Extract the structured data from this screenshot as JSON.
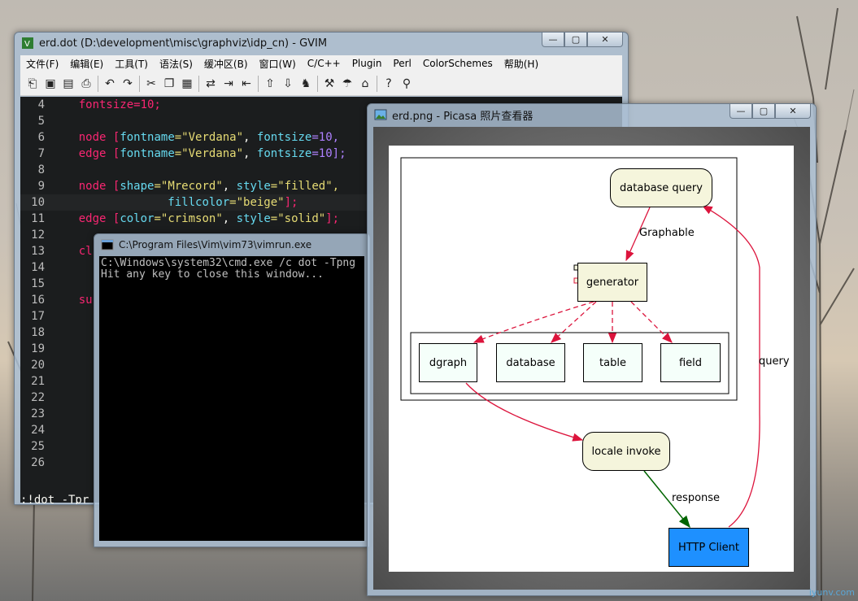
{
  "gvim": {
    "title": "erd.dot (D:\\development\\misc\\graphviz\\idp_cn) - GVIM",
    "menu": [
      "文件(F)",
      "编辑(E)",
      "工具(T)",
      "语法(S)",
      "缓冲区(B)",
      "窗口(W)",
      "C/C++",
      "Plugin",
      "Perl",
      "ColorSchemes",
      "帮助(H)"
    ],
    "line_numbers": [
      "4",
      "5",
      "6",
      "7",
      "8",
      "9",
      "10",
      "11",
      "12",
      "13",
      "14",
      "15",
      "16",
      "17",
      "18",
      "19",
      "20",
      "21",
      "22",
      "23",
      "24",
      "25",
      "26"
    ],
    "code": {
      "l4": "fontsize=10;",
      "l6a": "node",
      "l6b": "[",
      "l6c": "fontname",
      "l6d": "=\"Verdana\"",
      "l6e": ",",
      "l6f": "fontsize",
      "l6g": "=10,",
      "l7a": "edge",
      "l7b": "[",
      "l7c": "fontname",
      "l7d": "=\"Verdana\"",
      "l7e": ",",
      "l7f": "fontsize",
      "l7g": "=10];",
      "l9a": "node",
      "l9b": "[",
      "l9c": "shape",
      "l9d": "=\"Mrecord\"",
      "l9e": ",",
      "l9f": "style",
      "l9g": "=\"filled\",",
      "l10a": "fillcolor",
      "l10b": "=\"beige\"",
      "l10c": "];",
      "l11a": "edge",
      "l11b": "[",
      "l11c": "color",
      "l11d": "=\"crimson\"",
      "l11e": ",",
      "l11f": "style",
      "l11g": "=\"solid\"",
      "l11h": "];",
      "l13": "cl",
      "l16": "su"
    },
    "cmdline": ":!dot -Tpr"
  },
  "cmd": {
    "title": "C:\\Program Files\\Vim\\vim73\\vimrun.exe",
    "line1": "C:\\Windows\\system32\\cmd.exe /c dot -Tpng",
    "line2": "Hit any key to close this window..."
  },
  "picasa": {
    "title": "erd.png - Picasa 照片查看器"
  },
  "graph": {
    "nodes": {
      "database_query": "database query",
      "generator": "generator",
      "dgraph": "dgraph",
      "database": "database",
      "table": "table",
      "field": "field",
      "locale_invoke": "locale invoke",
      "http_client": "HTTP Client"
    },
    "edges": {
      "graphable": "Graphable",
      "query": "query",
      "response": "response"
    },
    "colors": {
      "edge": "#dc143c",
      "response_edge": "#006400",
      "beige": "#f5f5dc",
      "mintcream": "#f5fffa",
      "http_client": "#1e90ff"
    }
  },
  "watermark": "iyunv.com"
}
